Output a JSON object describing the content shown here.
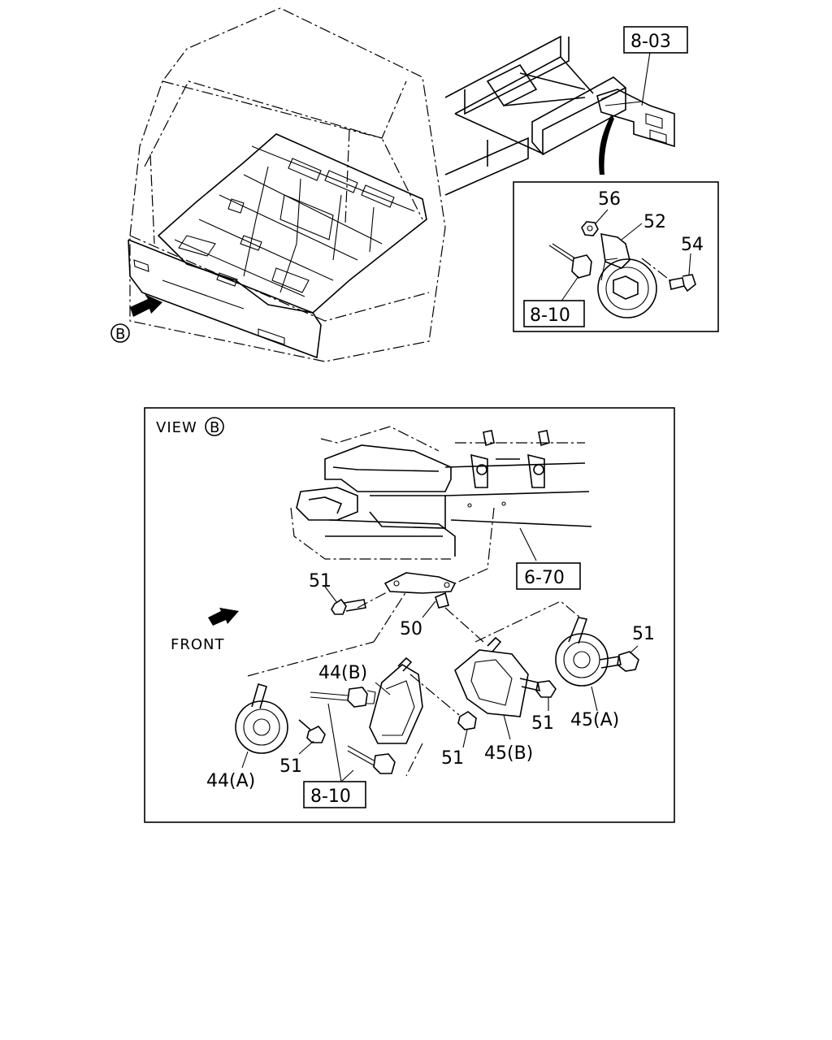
{
  "diagram": {
    "view_marker": "B",
    "view_title": "VIEW",
    "front_label": "FRONT",
    "references": {
      "ref_803": "8-03",
      "ref_810_top": "8-10",
      "ref_670": "6-70",
      "ref_810_bottom": "8-10"
    },
    "parts_top": {
      "p56": "56",
      "p52": "52",
      "p54": "54"
    },
    "parts_view": {
      "p51_left": "51",
      "p50": "50",
      "p51_right": "51",
      "p44b": "44(B)",
      "p51_center": "51",
      "p45a": "45(A)",
      "p44a": "44(A)",
      "p51_lower_left": "51",
      "p51_lower_center": "51",
      "p45b": "45(B)"
    }
  }
}
